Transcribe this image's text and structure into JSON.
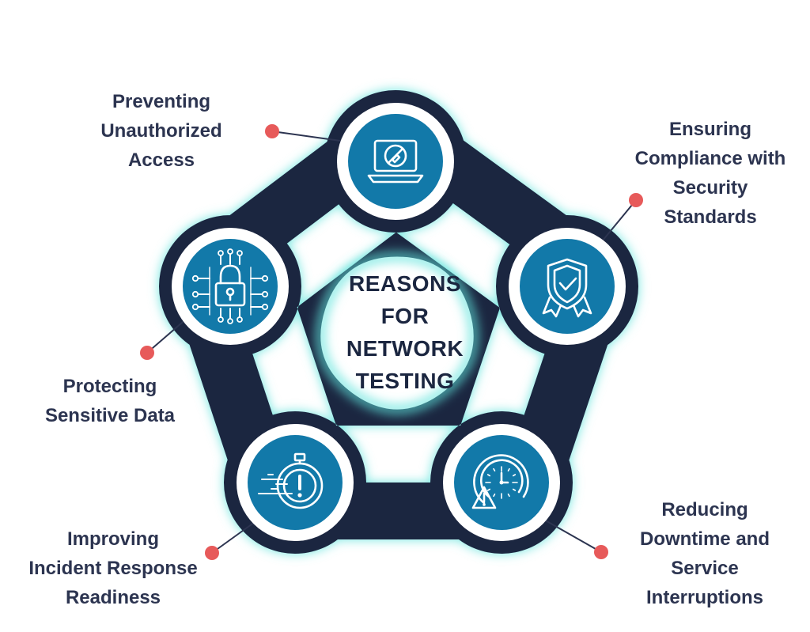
{
  "diagram": {
    "center_title": [
      "REASONS",
      "FOR",
      "NETWORK",
      "TESTING"
    ],
    "items": [
      {
        "lines": [
          "Preventing",
          "Unauthorized",
          "Access"
        ],
        "icon": "blocked-laptop-icon"
      },
      {
        "lines": [
          "Ensuring",
          "Compliance with",
          "Security",
          "Standards"
        ],
        "icon": "shield-badge-icon"
      },
      {
        "lines": [
          "Reducing",
          "Downtime and",
          "Service",
          "Interruptions"
        ],
        "icon": "clock-warning-icon"
      },
      {
        "lines": [
          "Improving",
          "Incident Response",
          "Readiness"
        ],
        "icon": "stopwatch-alert-icon"
      },
      {
        "lines": [
          "Protecting",
          "Sensitive Data"
        ],
        "icon": "circuit-lock-icon"
      }
    ]
  },
  "colors": {
    "dark_frame": "#1b2640",
    "glow": "#5fe3dc",
    "icon_fill": "#1279a9",
    "marker": "#e75a5a",
    "label_text": "#2c3450"
  }
}
